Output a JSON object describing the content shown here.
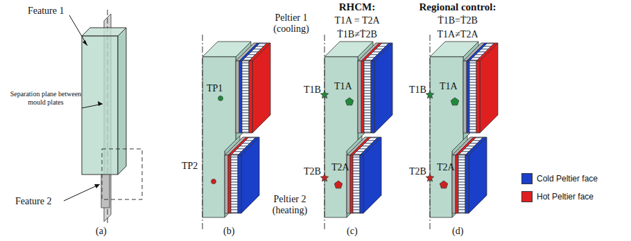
{
  "diagram": {
    "labels": [
      "Feature 1",
      "Separation plane between mould plates",
      "Feature 2",
      "(a)",
      "Peltier 1 (cooling)",
      "TP1",
      "TP2",
      "Peltier 2 (heating)",
      "(b)",
      "RHCM:",
      "T1A = T2A",
      "Ṫ1B≠Ṫ2B",
      "T1B",
      "T1A",
      "T2B",
      "T2A",
      "(c)",
      "Regional control:",
      "Ṫ1B=Ṫ2B",
      "T1A≠T2A",
      "T1B",
      "T1A",
      "T2B",
      "T2A",
      "(d)"
    ],
    "legend": [
      {
        "text": "Cold Peltier face",
        "color": "#1a3fc8"
      },
      {
        "text": "Hot Peltier face",
        "color": "#e02020"
      }
    ]
  }
}
